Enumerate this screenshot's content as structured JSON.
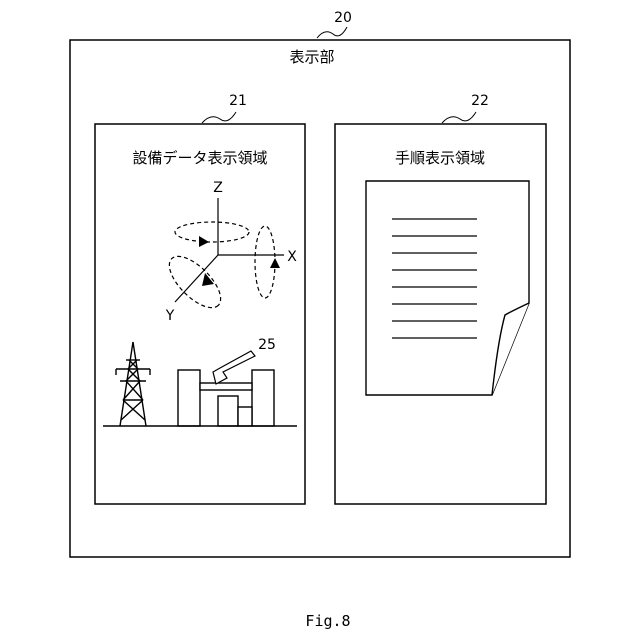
{
  "display": {
    "ref_number": "20",
    "title": "表示部"
  },
  "equipment_panel": {
    "ref_number": "21",
    "title": "設備データ表示領域",
    "axes": {
      "x": "X",
      "y": "Y",
      "z": "Z"
    },
    "facility_ref_number": "25"
  },
  "procedure_panel": {
    "ref_number": "22",
    "title": "手順表示領域"
  },
  "caption": "Fig.8"
}
